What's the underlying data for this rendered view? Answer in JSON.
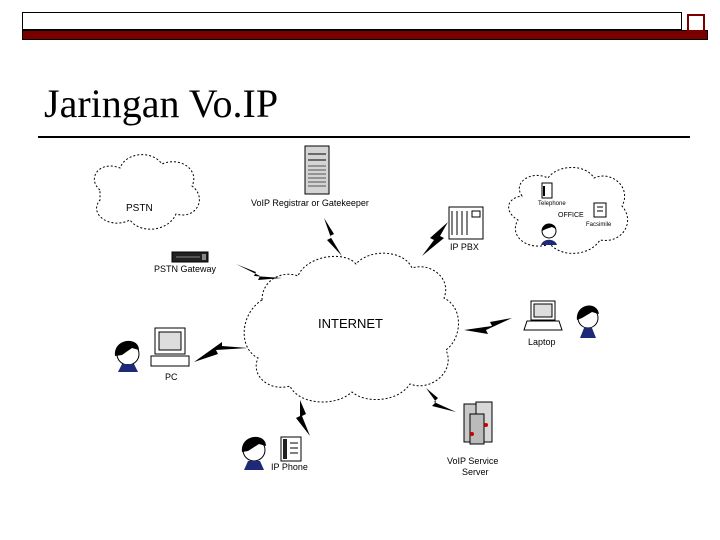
{
  "slide": {
    "title": "Jaringan Vo.IP"
  },
  "diagram": {
    "internet_label": "INTERNET",
    "pstn_label": "PSTN",
    "registrar_label": "VoIP Registrar or Gatekeeper",
    "ip_pbx_label": "IP PBX",
    "pstn_gateway_label": "PSTN Gateway",
    "laptop_label": "Laptop",
    "pc_label": "PC",
    "ip_phone_label": "IP Phone",
    "service_server_label_line1": "VoIP Service",
    "service_server_label_line2": "Server",
    "office": {
      "office_label": "OFFICE",
      "telephone_label": "Telephone",
      "facsimile_label": "Facsimile"
    }
  }
}
